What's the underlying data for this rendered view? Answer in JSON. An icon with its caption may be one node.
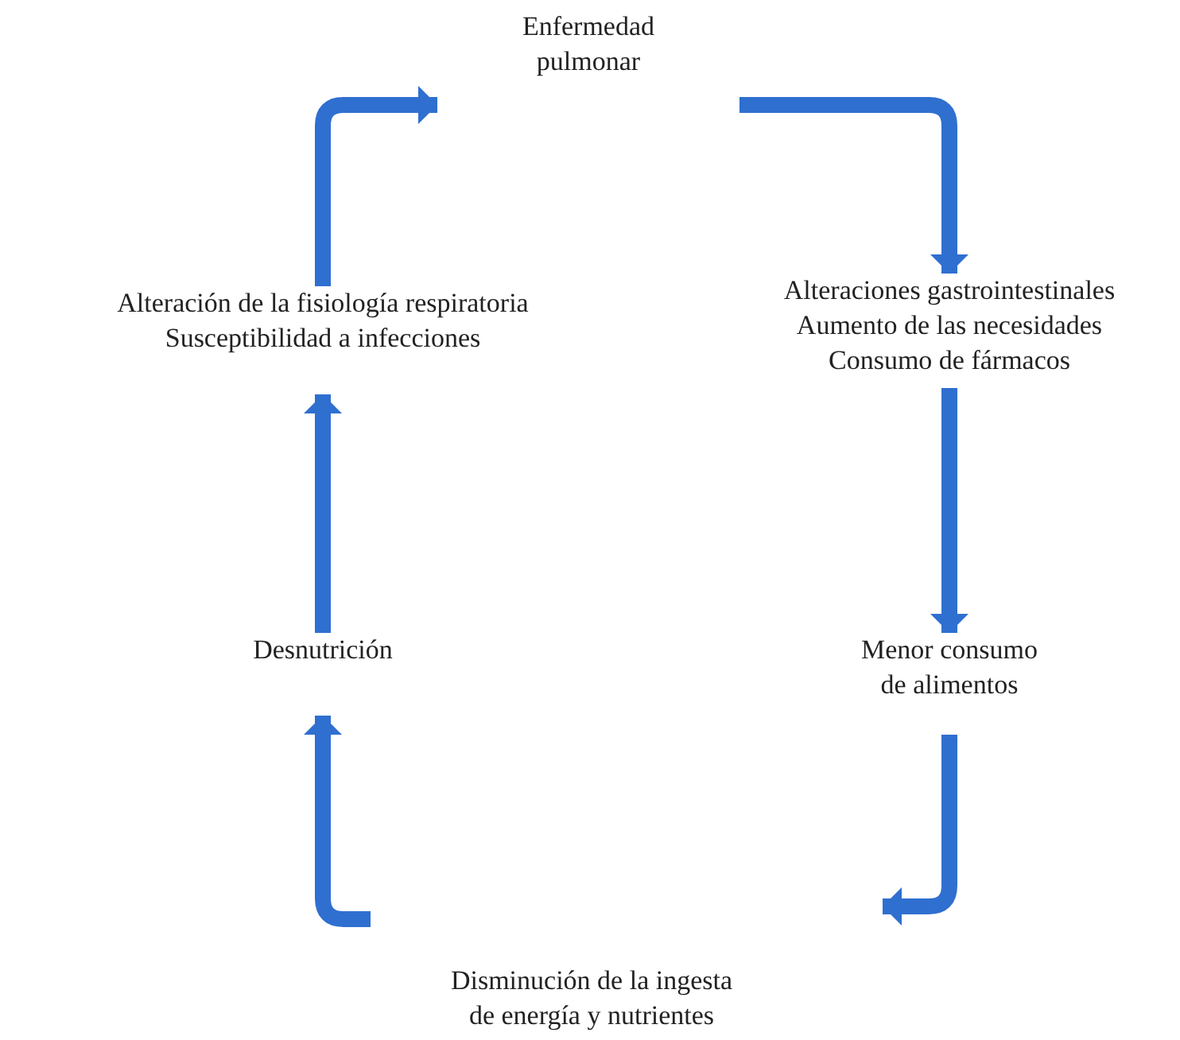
{
  "diagram": {
    "nodes": [
      {
        "text": [
          "Enfermedad pulmonar"
        ]
      },
      {
        "text": [
          "Alteraciones gastrointestinales",
          "Aumento de las necesidades",
          "Consumo de fármacos"
        ]
      },
      {
        "text": [
          "Menor consumo de alimentos"
        ]
      },
      {
        "text": [
          "Disminución de la ingesta de energía y nutrientes"
        ]
      },
      {
        "text": [
          "Desnutrición"
        ]
      },
      {
        "text": [
          "Alteración de la fisiología respiratoria",
          "Susceptibilidad a infecciones"
        ]
      }
    ],
    "edges": [
      {
        "from": 0,
        "to": 1,
        "arrow": "to"
      },
      {
        "from": 1,
        "to": 2,
        "arrow": "to"
      },
      {
        "from": 2,
        "to": 3,
        "arrow": "to"
      },
      {
        "from": 3,
        "to": 4,
        "arrow": "to"
      },
      {
        "from": 4,
        "to": 5,
        "arrow": "to"
      },
      {
        "from": 5,
        "to": 0,
        "arrow": "to"
      }
    ]
  }
}
